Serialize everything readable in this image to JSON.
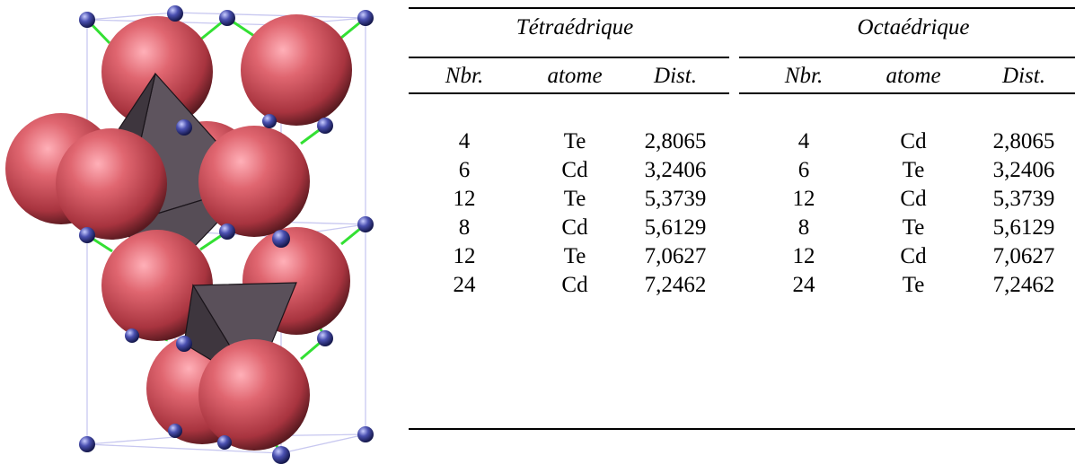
{
  "table": {
    "groups": [
      "Tétraédrique",
      "Octaédrique"
    ],
    "columns": [
      "Nbr.",
      "atome",
      "Dist.",
      "Nbr.",
      "atome",
      "Dist."
    ],
    "rows": [
      [
        "4",
        "Te",
        "2,8065",
        "4",
        "Cd",
        "2,8065"
      ],
      [
        "6",
        "Cd",
        "3,2406",
        "6",
        "Te",
        "3,2406"
      ],
      [
        "12",
        "Te",
        "5,3739",
        "12",
        "Cd",
        "5,3739"
      ],
      [
        "8",
        "Cd",
        "5,6129",
        "8",
        "Te",
        "5,6129"
      ],
      [
        "12",
        "Te",
        "7,0627",
        "12",
        "Cd",
        "7,0627"
      ],
      [
        "24",
        "Cd",
        "7,2462",
        "24",
        "Te",
        "7,2462"
      ]
    ]
  },
  "figure": {
    "sphere_color": "#d05560",
    "atom_color": "#3a3f9c",
    "bond_color": "#33e033",
    "polyhedron_color": "#4e444e",
    "cell_edge_color": "#c8c8f0"
  }
}
